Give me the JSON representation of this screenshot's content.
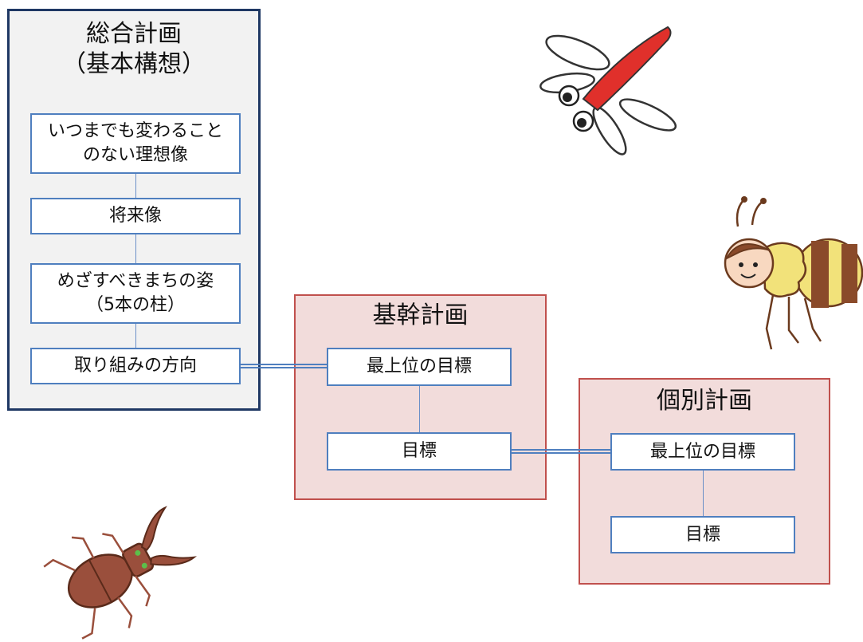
{
  "sogo": {
    "title_line1": "総合計画",
    "title_line2": "（基本構想）",
    "items": [
      {
        "line1": "いつまでも変わること",
        "line2": "のない理想像"
      },
      {
        "line1": "将来像",
        "line2": ""
      },
      {
        "line1": "めざすべきまちの姿",
        "line2": "（5本の柱）"
      },
      {
        "line1": "取り組みの方向",
        "line2": ""
      }
    ]
  },
  "kikan": {
    "title": "基幹計画",
    "items": [
      "最上位の目標",
      "目標"
    ]
  },
  "kobetsu": {
    "title": "個別計画",
    "items": [
      "最上位の目標",
      "目標"
    ]
  },
  "colors": {
    "box_border": "#4f7fbf",
    "sogo_bg": "#f2f2f2",
    "sogo_border": "#1f3864",
    "plan_bg": "#f2dcdb",
    "plan_border": "#c0504d"
  },
  "illustrations": [
    "dragonfly-drawing",
    "bee-drawing",
    "stag-beetle-drawing"
  ]
}
